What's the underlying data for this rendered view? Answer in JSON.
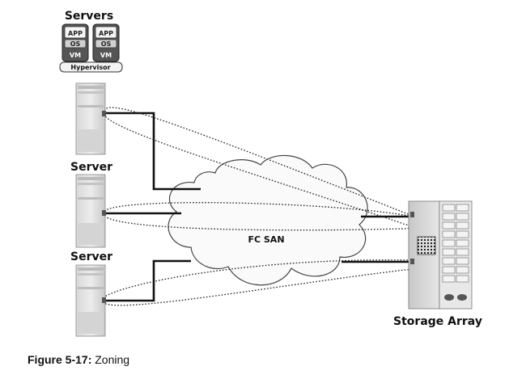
{
  "labels": {
    "servers_top": "Servers",
    "server_mid": "Server",
    "server_bottom": "Server",
    "fc_san": "FC SAN",
    "storage_array": "Storage Array",
    "hypervisor": "Hypervisor"
  },
  "vm_stack": {
    "app": "APP",
    "os": "OS",
    "vm": "VM"
  },
  "caption": {
    "figure": "Figure 5-17:",
    "title": "Zoning"
  }
}
